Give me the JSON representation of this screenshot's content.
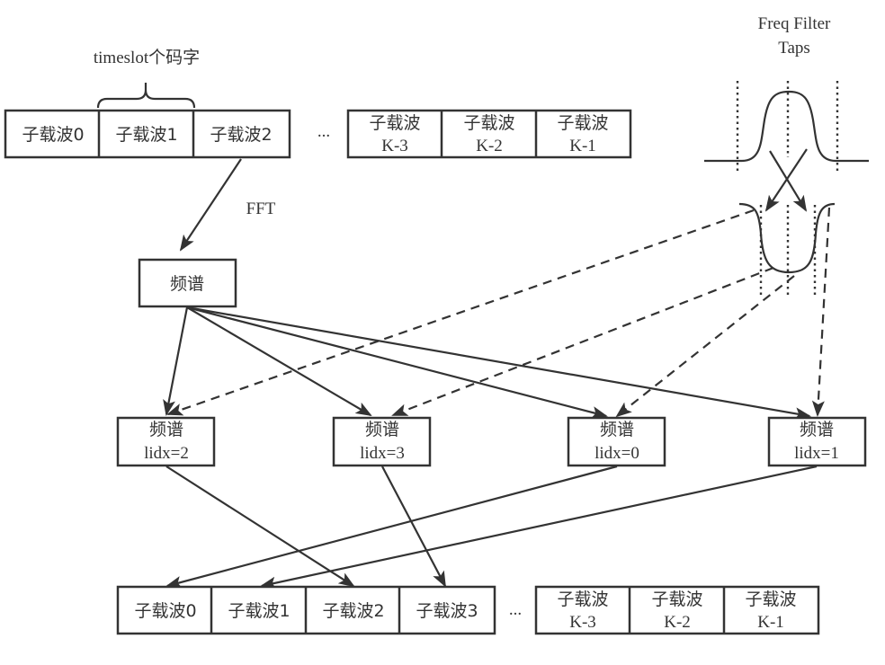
{
  "labels": {
    "timeslot": "timeslot个码字",
    "fft": "FFT",
    "filter_title_line1": "Freq Filter",
    "filter_title_line2": "Taps",
    "ellipsis": "..."
  },
  "top_row": {
    "left_cells": [
      "子载波0",
      "子载波1",
      "子载波2"
    ],
    "right_cells": [
      {
        "line1": "子载波",
        "line2": "K-3"
      },
      {
        "line1": "子载波",
        "line2": "K-2"
      },
      {
        "line1": "子载波",
        "line2": "K-1"
      }
    ]
  },
  "spectrum": {
    "label": "频谱"
  },
  "lidx_boxes": [
    {
      "line1": "频谱",
      "line2": "lidx=2"
    },
    {
      "line1": "频谱",
      "line2": "lidx=3"
    },
    {
      "line1": "频谱",
      "line2": "lidx=0"
    },
    {
      "line1": "频谱",
      "line2": "lidx=1"
    }
  ],
  "bottom_row": {
    "left_cells": [
      "子载波0",
      "子载波1",
      "子载波2",
      "子载波3"
    ],
    "right_cells": [
      {
        "line1": "子载波",
        "line2": "K-3"
      },
      {
        "line1": "子载波",
        "line2": "K-2"
      },
      {
        "line1": "子载波",
        "line2": "K-1"
      }
    ]
  }
}
